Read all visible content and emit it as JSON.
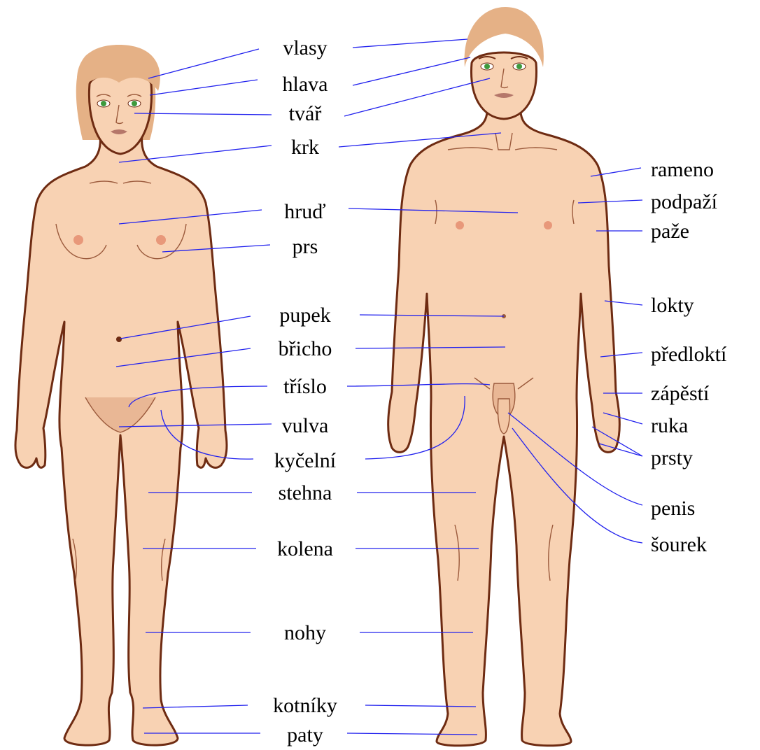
{
  "colors": {
    "skin": "#f8d2b3",
    "outline": "#6e2b12",
    "hair": "#e5b186",
    "leader_line": "#2222ee",
    "label_text": "#000000",
    "eye": "#3d9a3d",
    "lips": "#b5776a",
    "nipple": "#e8987a"
  },
  "labels": {
    "vlasy": "vlasy",
    "hlava": "hlava",
    "tvar": "tvář",
    "krk": "krk",
    "hrud": "hruď",
    "prs": "prs",
    "pupek": "pupek",
    "bricho": "břicho",
    "trislo": "tříslo",
    "vulva": "vulva",
    "kycelni": "kyčelní",
    "stehna": "stehna",
    "kolena": "kolena",
    "nohy": "nohy",
    "kotniky": "kotníky",
    "paty": "paty",
    "rameno": "rameno",
    "podpazi": "podpaží",
    "paze": "paže",
    "lokty": "lokty",
    "predlokti": "předloktí",
    "zapesti": "zápěstí",
    "ruka": "ruka",
    "prsty": "prsty",
    "penis": "penis",
    "sourek": "šourek"
  }
}
